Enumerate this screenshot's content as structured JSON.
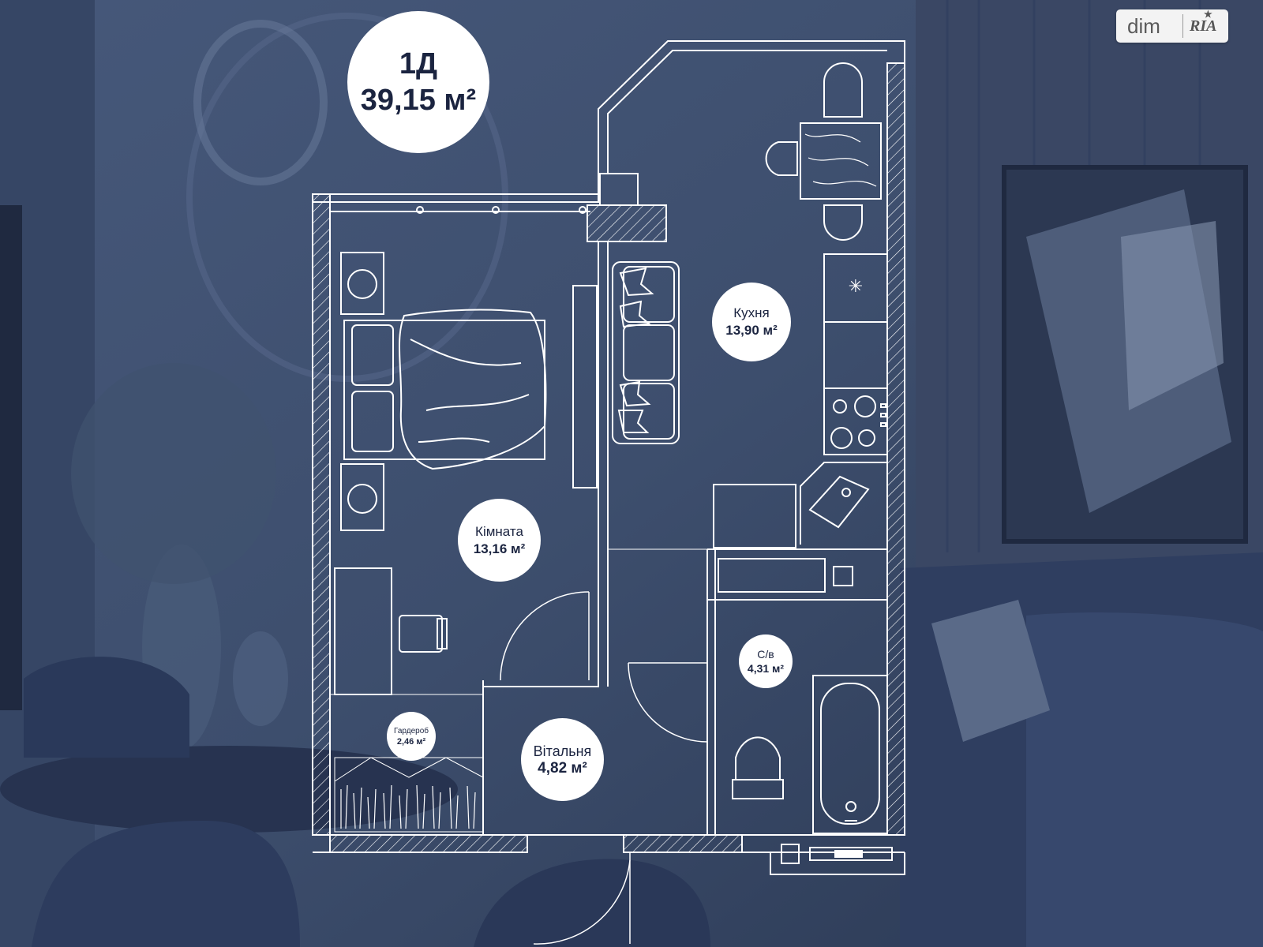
{
  "apartment": {
    "type": "1Д",
    "total_area": "39,15 м²"
  },
  "rooms": [
    {
      "id": "kitchen",
      "name": "Кухня",
      "area": "13,90 м²"
    },
    {
      "id": "bedroom",
      "name": "Кімната",
      "area": "13,16 м²"
    },
    {
      "id": "bathroom",
      "name": "С/в",
      "area": "4,31 м²"
    },
    {
      "id": "wardrobe",
      "name": "Гардероб",
      "area": "2,46 м²"
    },
    {
      "id": "hallway",
      "name": "Вітальня",
      "area": "4,82 м²"
    }
  ],
  "logo": {
    "left": "dim",
    "right": "RIA"
  },
  "colors": {
    "background": "#3c4d6c",
    "lines": "#ffffff",
    "label_bg": "#ffffff",
    "label_text": "#1b2440"
  }
}
